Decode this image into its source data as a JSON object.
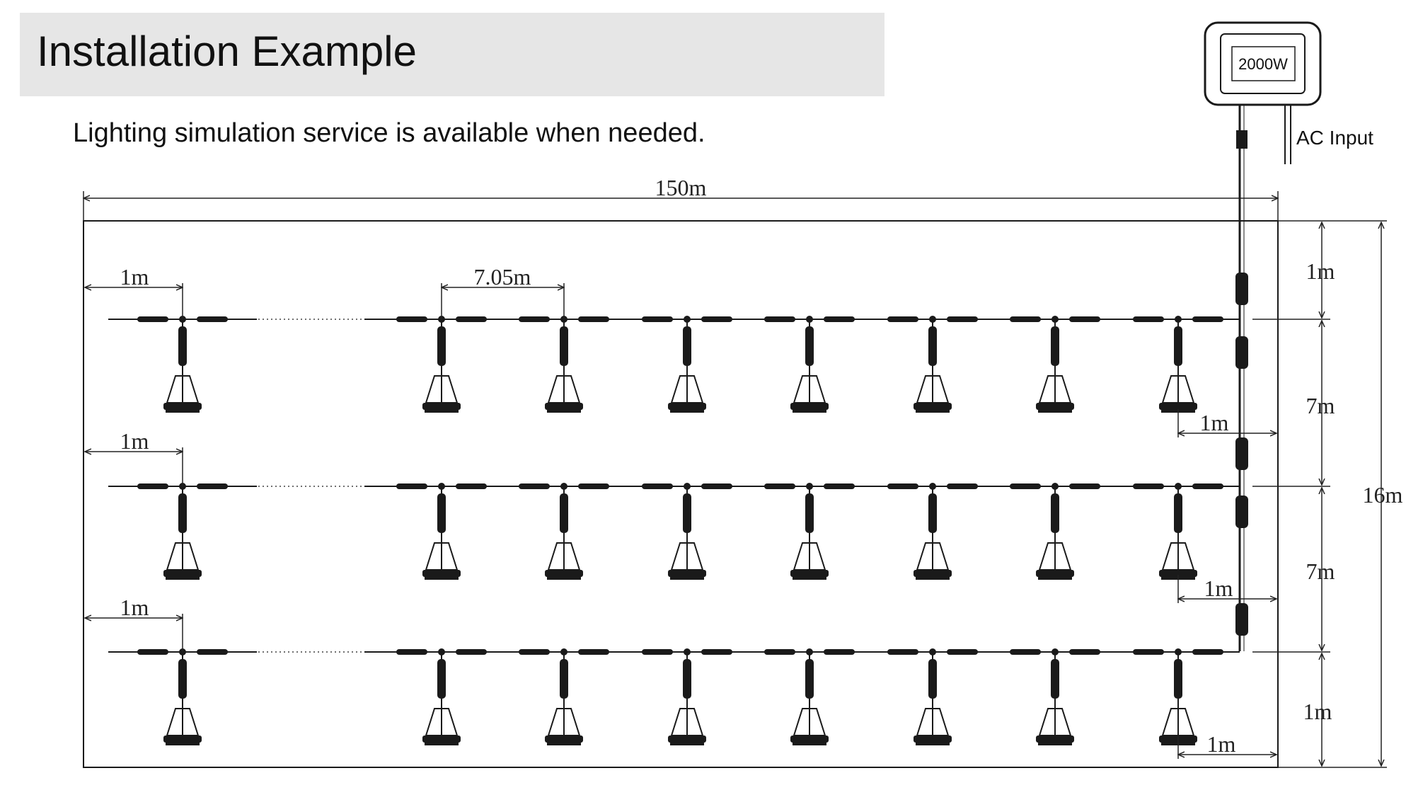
{
  "header": {
    "title": "Installation Example",
    "subtitle": "Lighting simulation service is available when needed."
  },
  "power_supply": {
    "label": "2000W",
    "input_label": "AC Input"
  },
  "dimensions": {
    "total_length": "150m",
    "total_width": "16m",
    "fixture_spacing": "7.05m",
    "end_offset_left": "1m",
    "end_offset_right": "1m",
    "edge_offset_top": "1m",
    "edge_offset_bottom": "1m",
    "row_spacing": "7m"
  },
  "layout": {
    "rows": 3,
    "fixtures_per_row_shown": 8
  },
  "colors": {
    "line": "#1a1a1a",
    "header_background": "#e6e6e6"
  }
}
